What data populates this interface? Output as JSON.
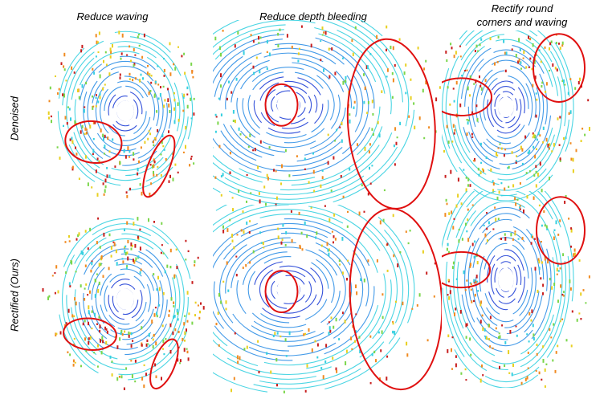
{
  "columns": [
    {
      "title": "Reduce waving"
    },
    {
      "title": "Reduce depth bleeding"
    },
    {
      "title_line1": "Rectify round",
      "title_line2": "corners and waving"
    }
  ],
  "rows": [
    {
      "label": "Denoised"
    },
    {
      "label": "Rectified (Ours)"
    }
  ],
  "colors": {
    "ring_inner": "#1f3fd6",
    "ring_mid": "#2f8fe6",
    "ring_outer": "#36d0e0",
    "edge_green": "#7ad64a",
    "edge_yellow": "#e8d020",
    "edge_orange": "#f08a20",
    "edge_red": "#c81e1e",
    "annotation": "#e01010"
  }
}
